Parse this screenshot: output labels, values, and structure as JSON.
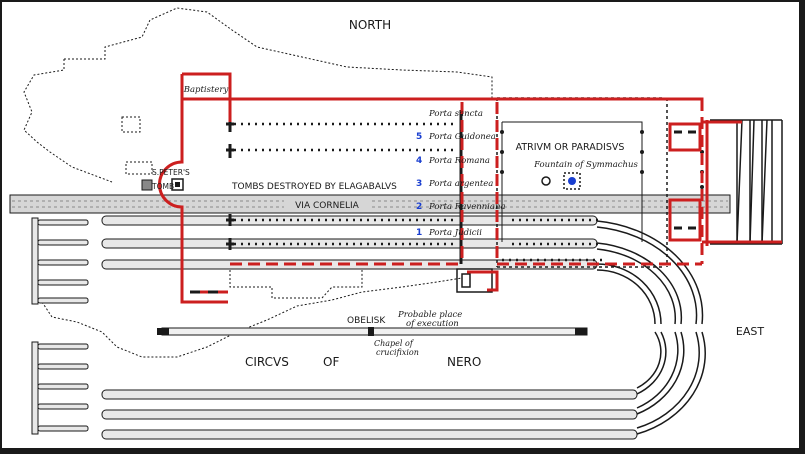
{
  "compass": {
    "north": "NORTH",
    "east": "EAST"
  },
  "structures": {
    "baptistery": "Baptistery",
    "st_peters_tomb_line1": "S.PETER'S",
    "st_peters_tomb_line2": "TOMB",
    "tombs": "TOMBS DESTROYED BY ELAGABALVS",
    "via_cornelia": "VIA CORNELIA",
    "atrium": "ATRIVM OR PARADISVS",
    "fountain": "Fountain of Symmachus",
    "obelisk": "OBELISK",
    "execution_line1": "Probable place",
    "execution_line2": "of execution",
    "chapel_line1": "Chapel of",
    "chapel_line2": "crucifixion"
  },
  "circus": [
    "CIRCVS",
    "OF",
    "NERO"
  ],
  "portae": [
    {
      "number": "",
      "name": "Porta sancta"
    },
    {
      "number": "5",
      "name": "Porta Guidonea"
    },
    {
      "number": "4",
      "name": "Porta Romana"
    },
    {
      "number": "3",
      "name": "Porta argentea"
    },
    {
      "number": "2",
      "name": "Porta Ravenniana"
    },
    {
      "number": "1",
      "name": "Porta Judicii"
    }
  ],
  "colors": {
    "ink": "#1a1a1a",
    "basilica_outline": "#cc1f1f",
    "door_numbers": "#1a3fd0",
    "background": "#ffffff"
  }
}
